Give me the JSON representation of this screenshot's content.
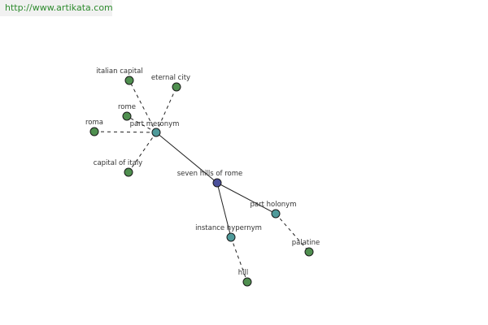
{
  "header": {
    "url": "http://www.artikata.com"
  },
  "colors": {
    "center_node": "#4a4f9a",
    "relation_node": "#4f9a9a",
    "word_node": "#4f8f4f",
    "edge": "#222222",
    "url_text": "#2e8b2e"
  },
  "graph": {
    "nodes": [
      {
        "id": "seven-hills-of-rome",
        "label": "seven hills of rome",
        "kind": "center"
      },
      {
        "id": "part-meronym",
        "label": "part meronym",
        "kind": "relation"
      },
      {
        "id": "part-holonym",
        "label": "part holonym",
        "kind": "relation"
      },
      {
        "id": "instance-hypernym",
        "label": "instance hypernym",
        "kind": "relation"
      },
      {
        "id": "italian-capital",
        "label": "italian capital",
        "kind": "word"
      },
      {
        "id": "eternal-city",
        "label": "eternal city",
        "kind": "word"
      },
      {
        "id": "rome",
        "label": "rome",
        "kind": "word"
      },
      {
        "id": "roma",
        "label": "roma",
        "kind": "word"
      },
      {
        "id": "capital-of-italy",
        "label": "capital of italy",
        "kind": "word"
      },
      {
        "id": "palatine",
        "label": "palatine",
        "kind": "word"
      },
      {
        "id": "hill",
        "label": "hill",
        "kind": "word"
      }
    ],
    "edges": [
      {
        "from": "seven-hills-of-rome",
        "to": "part-meronym",
        "style": "solid"
      },
      {
        "from": "seven-hills-of-rome",
        "to": "part-holonym",
        "style": "solid"
      },
      {
        "from": "seven-hills-of-rome",
        "to": "instance-hypernym",
        "style": "solid"
      },
      {
        "from": "part-meronym",
        "to": "italian-capital",
        "style": "dashed"
      },
      {
        "from": "part-meronym",
        "to": "eternal-city",
        "style": "dashed"
      },
      {
        "from": "part-meronym",
        "to": "rome",
        "style": "dashed"
      },
      {
        "from": "part-meronym",
        "to": "roma",
        "style": "dashed"
      },
      {
        "from": "part-meronym",
        "to": "capital-of-italy",
        "style": "dashed"
      },
      {
        "from": "part-holonym",
        "to": "palatine",
        "style": "dashed"
      },
      {
        "from": "instance-hypernym",
        "to": "hill",
        "style": "dashed"
      }
    ]
  }
}
